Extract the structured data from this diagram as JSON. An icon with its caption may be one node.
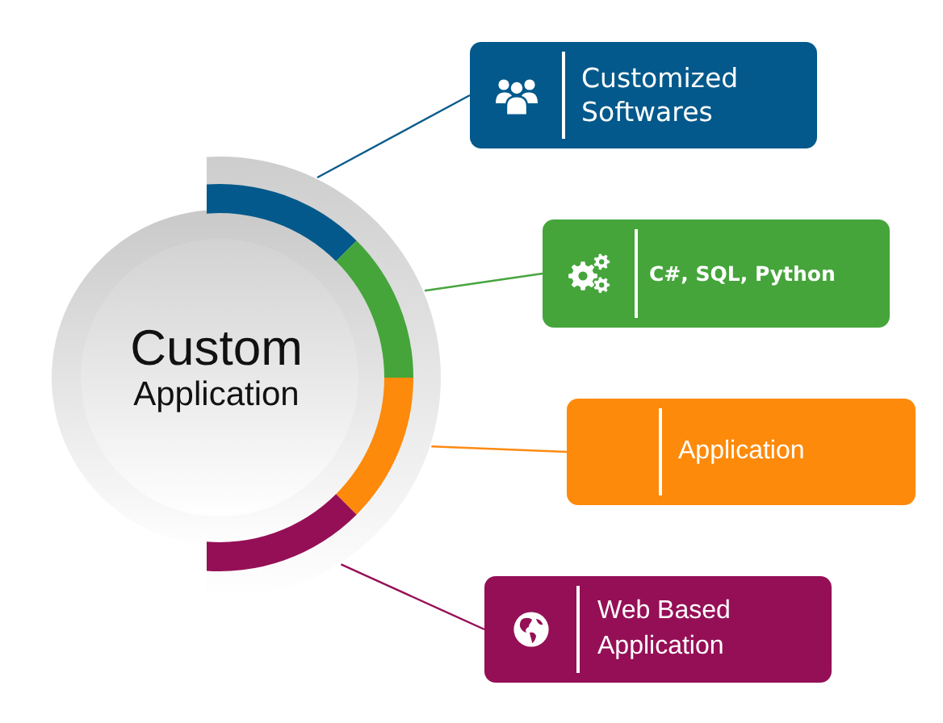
{
  "diagram": {
    "nodes": [
      {
        "text": [
          "Custom",
          "Application"
        ]
      },
      {
        "text": [
          "Customized Softwares"
        ]
      },
      {
        "text": [
          "C#, SQL, Python"
        ]
      },
      {
        "text": [
          "Application"
        ]
      },
      {
        "text": [
          "Web Based Application"
        ]
      }
    ],
    "edges": [
      {
        "from": 0,
        "to": 1,
        "arrow": "none",
        "color": "#0b5b8c"
      },
      {
        "from": 0,
        "to": 2,
        "arrow": "none",
        "color": "#48a53e"
      },
      {
        "from": 0,
        "to": 3,
        "arrow": "none",
        "color": "#fd8b12"
      },
      {
        "from": 0,
        "to": 4,
        "arrow": "none",
        "color": "#960f56"
      }
    ]
  }
}
